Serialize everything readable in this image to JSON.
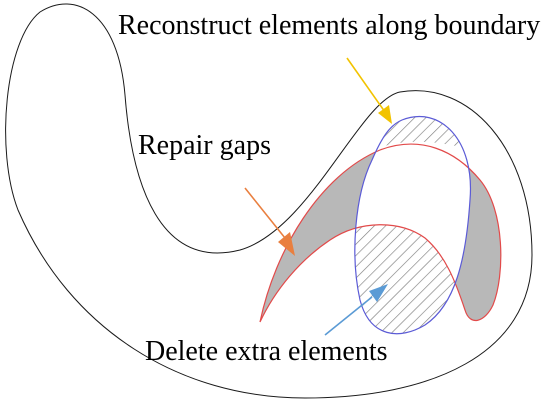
{
  "annotations": {
    "reconstruct": "Reconstruct elements along boundary",
    "repair": "Repair gaps",
    "delete": "Delete extra elements"
  },
  "colors": {
    "outline": "#1a1a1a",
    "red_boundary": "#e24a4a",
    "blue_boundary": "#5b5bd6",
    "gap_fill": "#b8b8b8",
    "hatch": "#7f7f7f",
    "arrow_yellow": "#f2c300",
    "arrow_orange": "#e97f3f",
    "arrow_blue": "#5b9bd5"
  },
  "icons": {
    "arrow_reconstruct": "arrow-down-right-icon",
    "arrow_repair": "arrow-down-right-icon",
    "arrow_delete": "arrow-up-right-icon"
  }
}
